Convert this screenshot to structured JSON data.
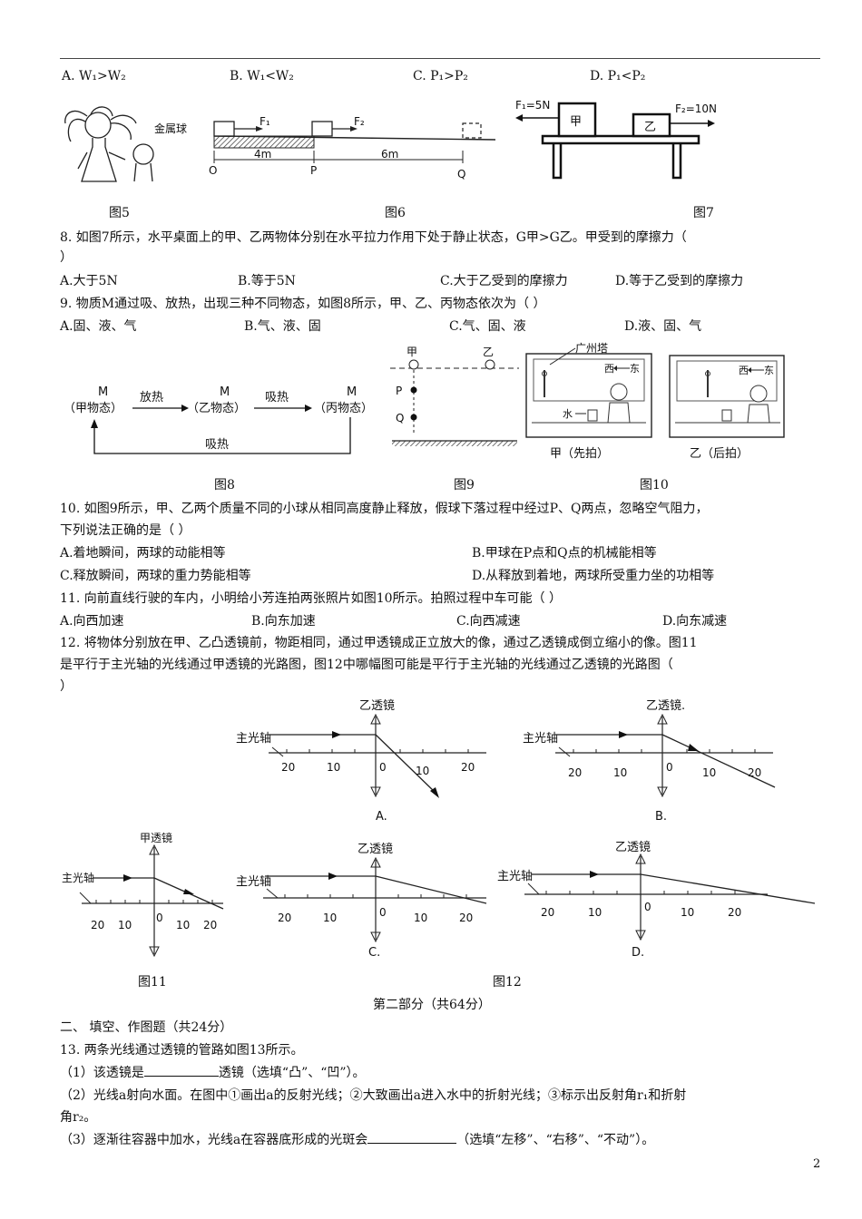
{
  "q7_options": [
    "A. W₁>W₂",
    "B. W₁<W₂",
    "C. P₁>P₂",
    "D. P₁<P₂"
  ],
  "fig5": {
    "caption": "图5",
    "ball_label": "金属球"
  },
  "fig6": {
    "caption": "图6",
    "f1": "F₁",
    "f2": "F₂",
    "o": "O",
    "p": "P",
    "q": "Q",
    "d1": "4m",
    "d2": "6m"
  },
  "fig7": {
    "caption": "图7",
    "f1": "F₁=5N",
    "f2": "F₂=10N",
    "jia": "甲",
    "yi": "乙"
  },
  "q8": {
    "text": "8.  如图7所示，水平桌面上的甲、乙两物体分别在水平拉力作用下处于静止状态，G甲>G乙。甲受到的摩擦力（",
    "text2": "）",
    "options": [
      "A.大于5N",
      "B.等于5N",
      "C.大于乙受到的摩擦力",
      "D.等于乙受到的摩擦力"
    ]
  },
  "q9": {
    "text": "9.  物质M通过吸、放热，出现三种不同物态，如图8所示，甲、乙、丙物态依次为（      ）",
    "options": [
      "A.固、液、气",
      "B.气、液、固",
      "C.气、固、液",
      "D.液、固、气"
    ]
  },
  "fig8": {
    "caption": "图8",
    "m": "M",
    "s1": "（甲物态）",
    "s2": "（乙物态）",
    "s3": "（丙物态）",
    "a1": "放热",
    "a2": "吸热",
    "a3": "吸热"
  },
  "fig9": {
    "caption": "图9",
    "jia": "甲",
    "yi": "乙",
    "p": "P",
    "q": "Q"
  },
  "fig10": {
    "caption": "图10",
    "tower": "广州塔",
    "west": "西",
    "east": "东",
    "water": "水",
    "photo1": "甲（先拍）",
    "photo2": "乙（后拍）"
  },
  "q10": {
    "text": "10.  如图9所示，甲、乙两个质量不同的小球从相同高度静止释放，假球下落过程中经过P、Q两点，忽略空气阻力，",
    "text2": "下列说法正确的是（      ）",
    "options": [
      "A.着地瞬间，两球的动能相等",
      "B.甲球在P点和Q点的机械能相等",
      "C.释放瞬间，两球的重力势能相等",
      "D.从释放到着地，两球所受重力坐的功相等"
    ]
  },
  "q11": {
    "text": "11.  向前直线行驶的车内，小明给小芳连拍两张照片如图10所示。拍照过程中车可能（      ）",
    "options": [
      "A.向西加速",
      "B.向东加速",
      "C.向西减速",
      "D.向东减速"
    ]
  },
  "q12": {
    "text": "12.  将物体分别放在甲、乙凸透镜前，物距相同，通过甲透镜成正立放大的像，通过乙透镜成倒立缩小的像。图11",
    "text2": "是平行于主光轴的光线通过甲透镜的光路图，图12中哪幅图可能是平行于主光轴的光线通过乙透镜的光路图（",
    "text3": "）"
  },
  "lens": {
    "yi": "乙透镜",
    "yi_b": "乙透镜.",
    "jia": "甲透镜",
    "axis": "主光轴",
    "ticks": [
      "20",
      "10",
      "0",
      "10",
      "20"
    ],
    "labels": [
      "A.",
      "B.",
      "C.",
      "D."
    ]
  },
  "fig11": {
    "caption": "图11"
  },
  "fig12": {
    "caption": "图12"
  },
  "part2": "第二部分（共64分）",
  "section2": "二、  填空、作图题（共24分）",
  "q13": {
    "text": "13.  两条光线通过透镜的管路如图13所示。",
    "p1a": "（1）该透镜是",
    "p1b": "透镜（选填“凸”、“凹”）。",
    "p2": "（2）光线a射向水面。在图中①画出a的反射光线；②大致画出a进入水中的折射光线；③标示出反射角r₁和折射",
    "p2b": "角r₂。",
    "p3a": "（3）逐渐往容器中加水，光线a在容器底形成的光斑会",
    "p3b": "（选填“左移”、“右移”、“不动”）。"
  },
  "page_number": "2"
}
